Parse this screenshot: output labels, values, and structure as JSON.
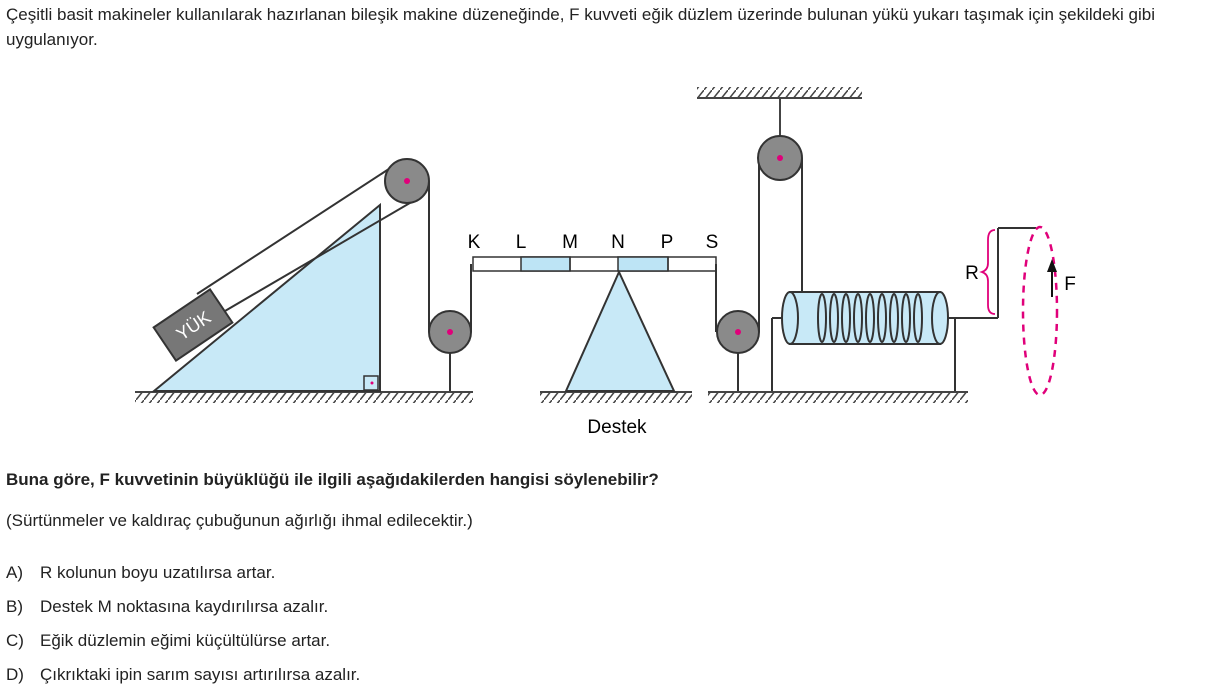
{
  "intro": "Çeşitli basit makineler kullanılarak hazırlanan bileşik makine düzeneğinde, F kuvveti eğik düzlem üzerinde bulunan yükü yukarı taşımak için şekildeki gibi uygulanıyor.",
  "figure": {
    "load_label": "YÜK",
    "lever_points": [
      "K",
      "L",
      "M",
      "N",
      "P",
      "S"
    ],
    "support_label": "Destek",
    "radius_label": "R",
    "force_label": "F",
    "colors": {
      "fill": "#c8e9f7",
      "pulley": "#8a8a8a",
      "axle_dot": "#e0007a",
      "crank_path": "#e0007a",
      "lever_highlight": "#bde4f5"
    }
  },
  "question": "Buna göre, F kuvvetinin büyüklüğü ile ilgili aşağıdakilerden hangisi söylenebilir?",
  "note": "(Sürtünmeler ve kaldıraç çubuğunun ağırlığı ihmal edilecektir.)",
  "options": [
    {
      "letter": "A)",
      "text": "R kolunun boyu uzatılırsa artar."
    },
    {
      "letter": "B)",
      "text": "Destek M noktasına kaydırılırsa azalır."
    },
    {
      "letter": "C)",
      "text": "Eğik düzlemin eğimi küçültülürse artar."
    },
    {
      "letter": "D)",
      "text": "Çıkrıktaki ipin sarım sayısı artırılırsa azalır."
    }
  ]
}
